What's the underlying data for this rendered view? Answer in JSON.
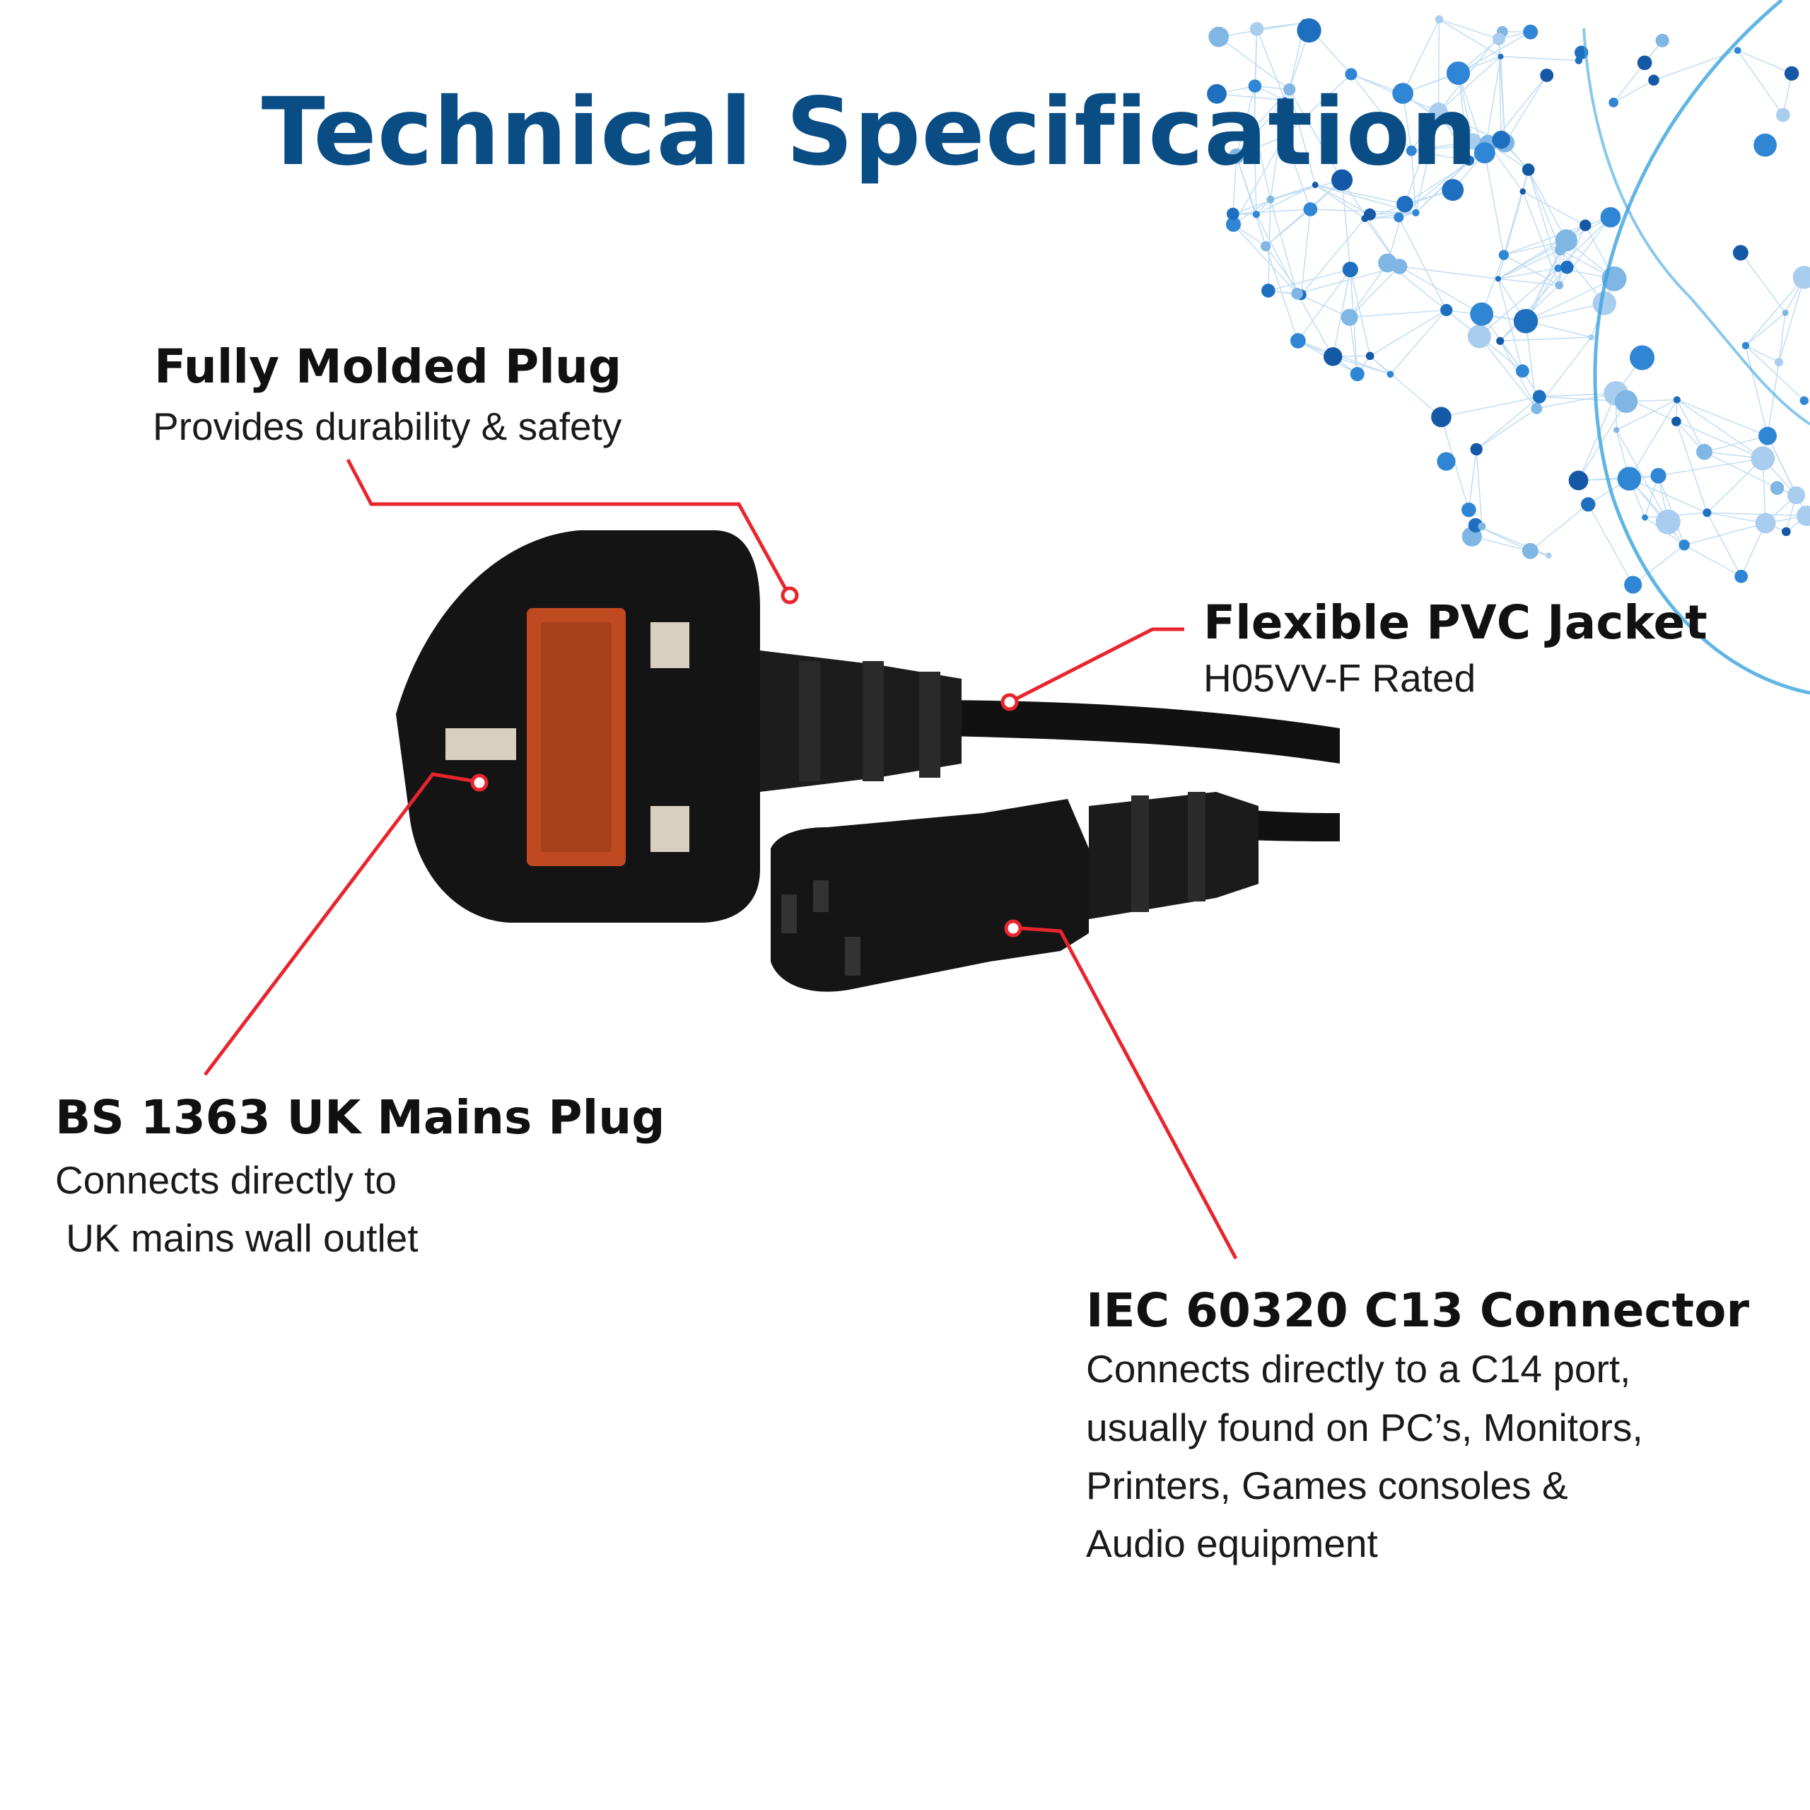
{
  "title": "Technical Specification",
  "accent_color": "#0a4d84",
  "callout_color": "#e8252d",
  "callouts": [
    {
      "heading": "Fully Molded Plug",
      "description": [
        "Provides durability & safety"
      ]
    },
    {
      "heading": "Flexible PVC Jacket",
      "description": [
        "H05VV-F Rated"
      ]
    },
    {
      "heading": "BS 1363 UK Mains Plug",
      "description": [
        "Connects directly to",
        " UK mains wall outlet"
      ]
    },
    {
      "heading": "IEC 60320 C13 Connector",
      "description": [
        "Connects directly to a C14 port,",
        "usually found on PC’s, Monitors,",
        "Printers, Games consoles &",
        "Audio equipment"
      ]
    }
  ]
}
